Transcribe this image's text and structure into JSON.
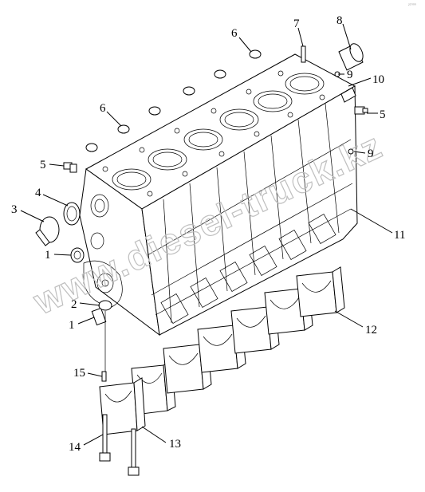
{
  "figure": {
    "corner_mark": "²ᵀ⁰⁰⁰",
    "watermark": "www.diesel-truck.kz",
    "callouts": [
      "1",
      "1",
      "2",
      "3",
      "4",
      "5",
      "5",
      "6",
      "6",
      "7",
      "8",
      "9",
      "9",
      "10",
      "11",
      "12",
      "13",
      "14",
      "15"
    ]
  },
  "labels": {
    "l1a": "1",
    "l1b": "1",
    "l2": "2",
    "l3": "3",
    "l4": "4",
    "l5a": "5",
    "l5b": "5",
    "l6a": "6",
    "l6b": "6",
    "l7": "7",
    "l8": "8",
    "l9a": "9",
    "l9b": "9",
    "l10": "10",
    "l11": "11",
    "l12": "12",
    "l13": "13",
    "l14": "14",
    "l15": "15"
  }
}
